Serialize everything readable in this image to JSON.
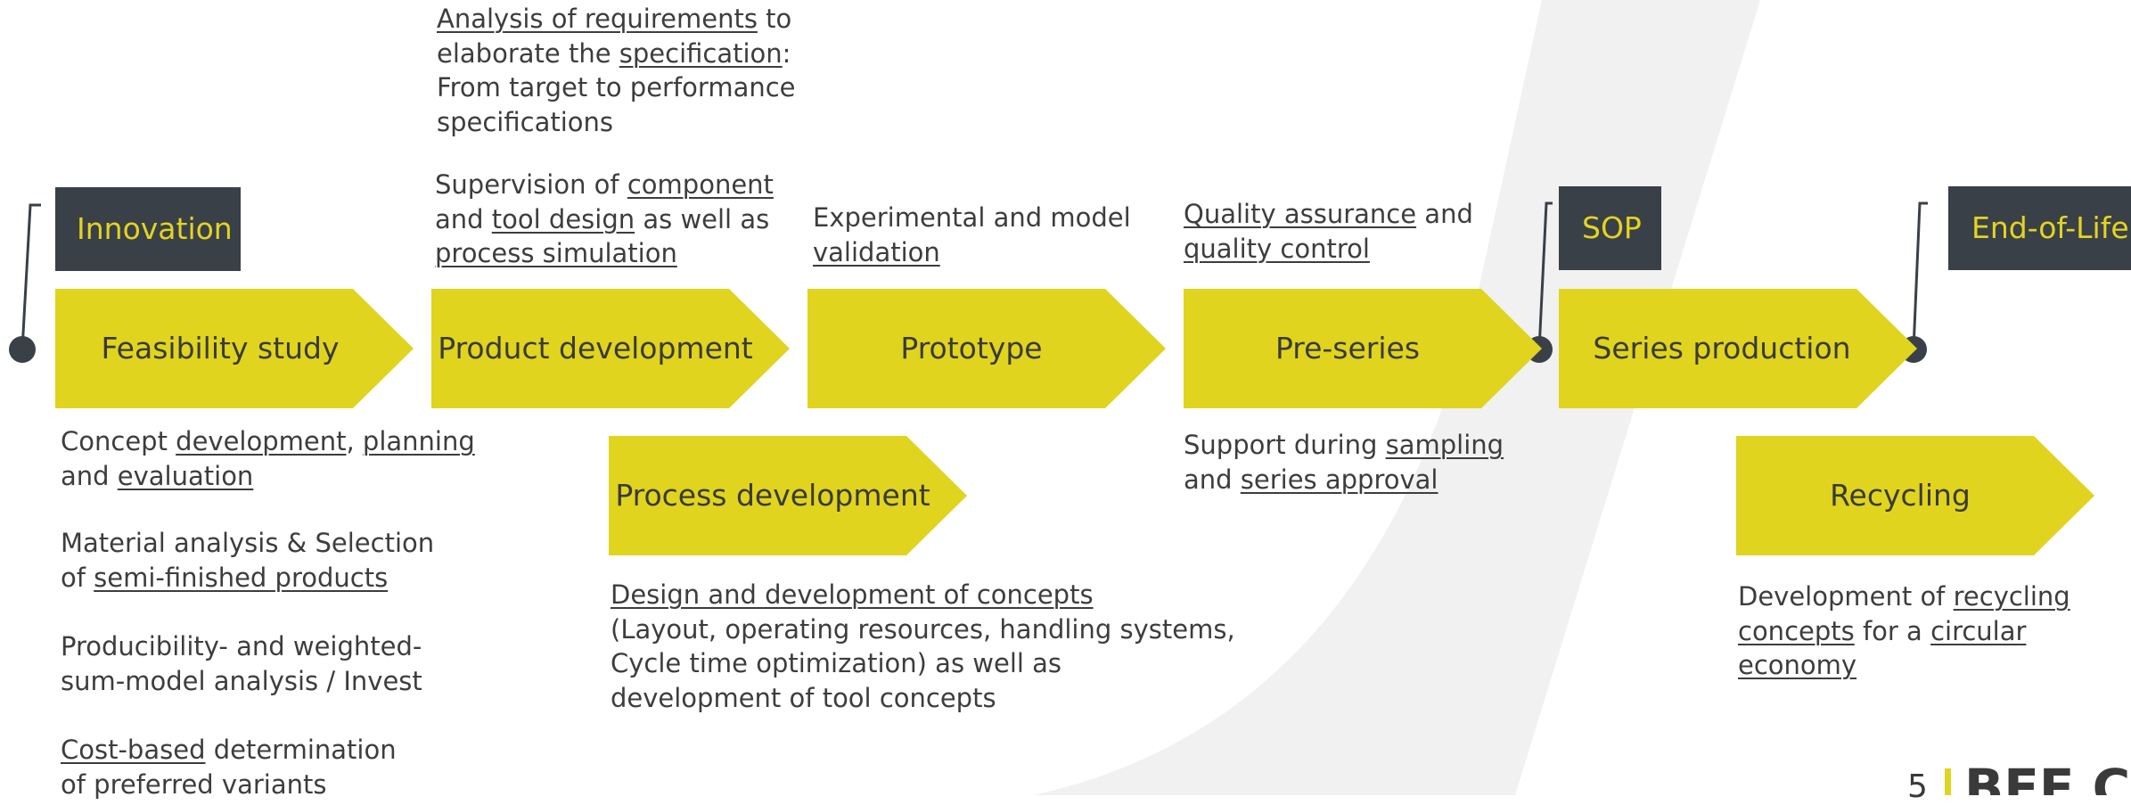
{
  "colors": {
    "accent": "#e0d41e",
    "milestone_bg": "#3a4048",
    "milestone_text": "#e3d41f",
    "text": "#3d3d3d"
  },
  "milestones": {
    "innovation": "Innovation",
    "sop": "SOP",
    "end_of_life": "End-of-Life"
  },
  "phases": {
    "feasibility": "Feasibility study",
    "product_dev": "Product development",
    "prototype": "Prototype",
    "preseries": "Pre-series",
    "series": "Series production",
    "process_dev": "Process development",
    "recycling": "Recycling"
  },
  "notes": {
    "requirements": {
      "l1a": "Analysis of requirements",
      "l1b": " to",
      "l2a": "elaborate the ",
      "l2b": "specification",
      "l2c": ":",
      "l3": "From target to performance",
      "l4": "specifications"
    },
    "supervision": {
      "l1a": "Supervision of ",
      "l1b": "component",
      "l2a": "and ",
      "l2b": "tool design",
      "l2c": " as well as",
      "l3": "process simulation"
    },
    "validation": {
      "l1": "Experimental and model",
      "l2": "validation"
    },
    "quality": {
      "l1a": "Quality assurance",
      "l1b": " and",
      "l2": "quality control"
    },
    "concept": {
      "l1a": "Concept ",
      "l1b": "development",
      "l1c": ", ",
      "l1d": "planning",
      "l2a": "and ",
      "l2b": "evaluation"
    },
    "material": {
      "l1": "Material analysis & Selection",
      "l2a": "of ",
      "l2b": "semi-finished products"
    },
    "producibility": {
      "l1": "Producibility- and weighted-",
      "l2": "sum-model analysis / Invest"
    },
    "cost": {
      "l1a": "Cost-based",
      "l1b": " determination",
      "l2": "of preferred variants"
    },
    "sampling": {
      "l1a": "Support during ",
      "l1b": "sampling",
      "l2a": "and ",
      "l2b": "series approval"
    },
    "design": {
      "l1": "Design and development of concepts",
      "l2": "(Layout, operating resources, handling systems,",
      "l3": "Cycle time optimization) as well as",
      "l4": "development of tool concepts"
    },
    "recycling": {
      "l1a": "Development of ",
      "l1b": "recycling",
      "l2a": "concepts",
      "l2b": " for a ",
      "l2c": "circular",
      "l3": "economy"
    }
  },
  "footer": {
    "page_number": "5",
    "logo_text": "BEE C"
  }
}
